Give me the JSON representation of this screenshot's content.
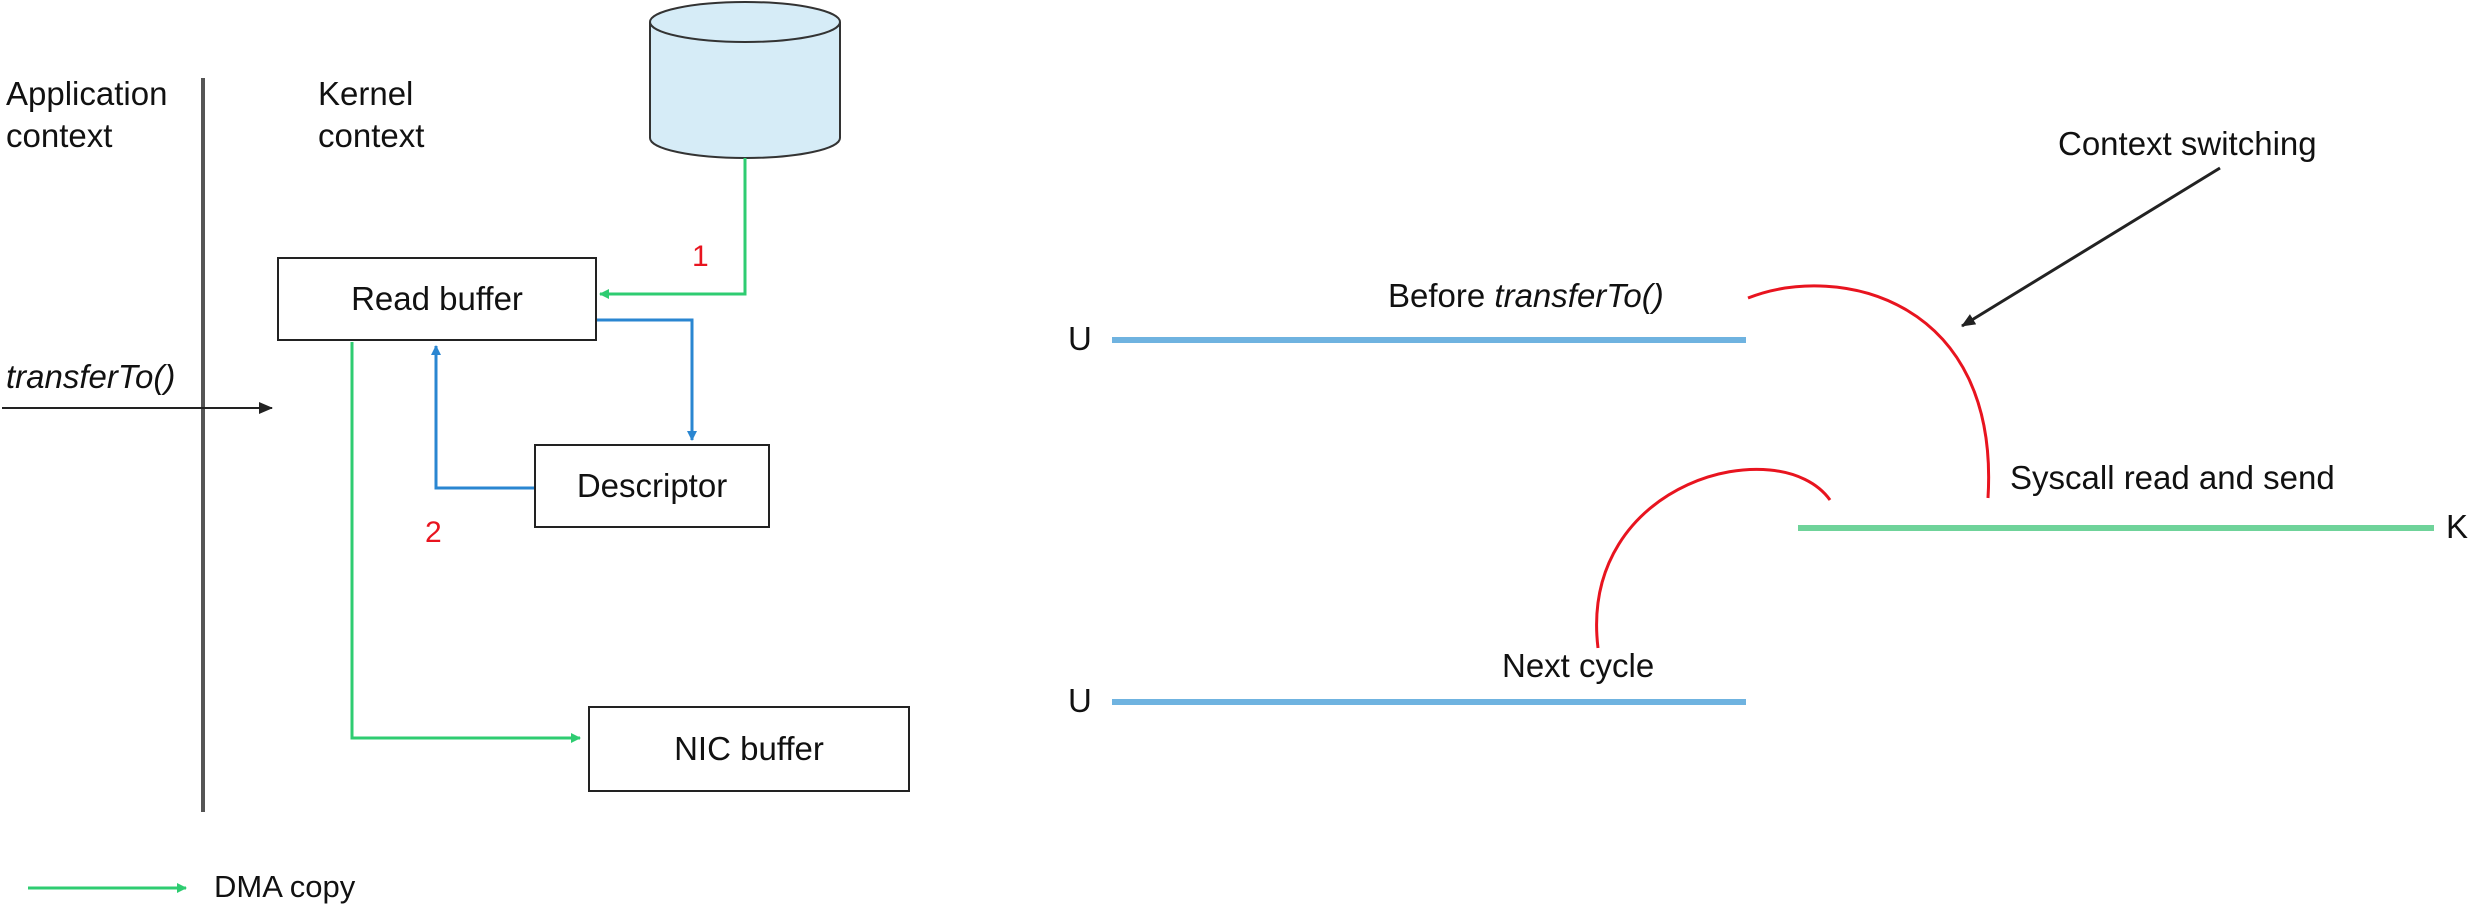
{
  "left": {
    "application_context": [
      "Application",
      "context"
    ],
    "kernel_context": [
      "Kernel",
      "context"
    ],
    "call": "transferTo()",
    "boxes": {
      "read_buffer": "Read buffer",
      "descriptor": "Descriptor",
      "nic_buffer": "NIC buffer"
    },
    "step1": "1",
    "step2": "2",
    "legend": "DMA copy"
  },
  "right": {
    "context_switching": "Context switching",
    "before_prefix": "Before ",
    "before_call": "transferTo()",
    "syscall": "Syscall read and send",
    "next_cycle": "Next cycle",
    "u_top": "U",
    "u_bottom": "U",
    "k": "K"
  },
  "colors": {
    "green": "#2ecc71",
    "blue": "#2a86d1",
    "red": "#e8141f",
    "disk_fill": "#d6ecf7",
    "user_line": "#6fb3e0",
    "kernel_line": "#6fd39a"
  }
}
